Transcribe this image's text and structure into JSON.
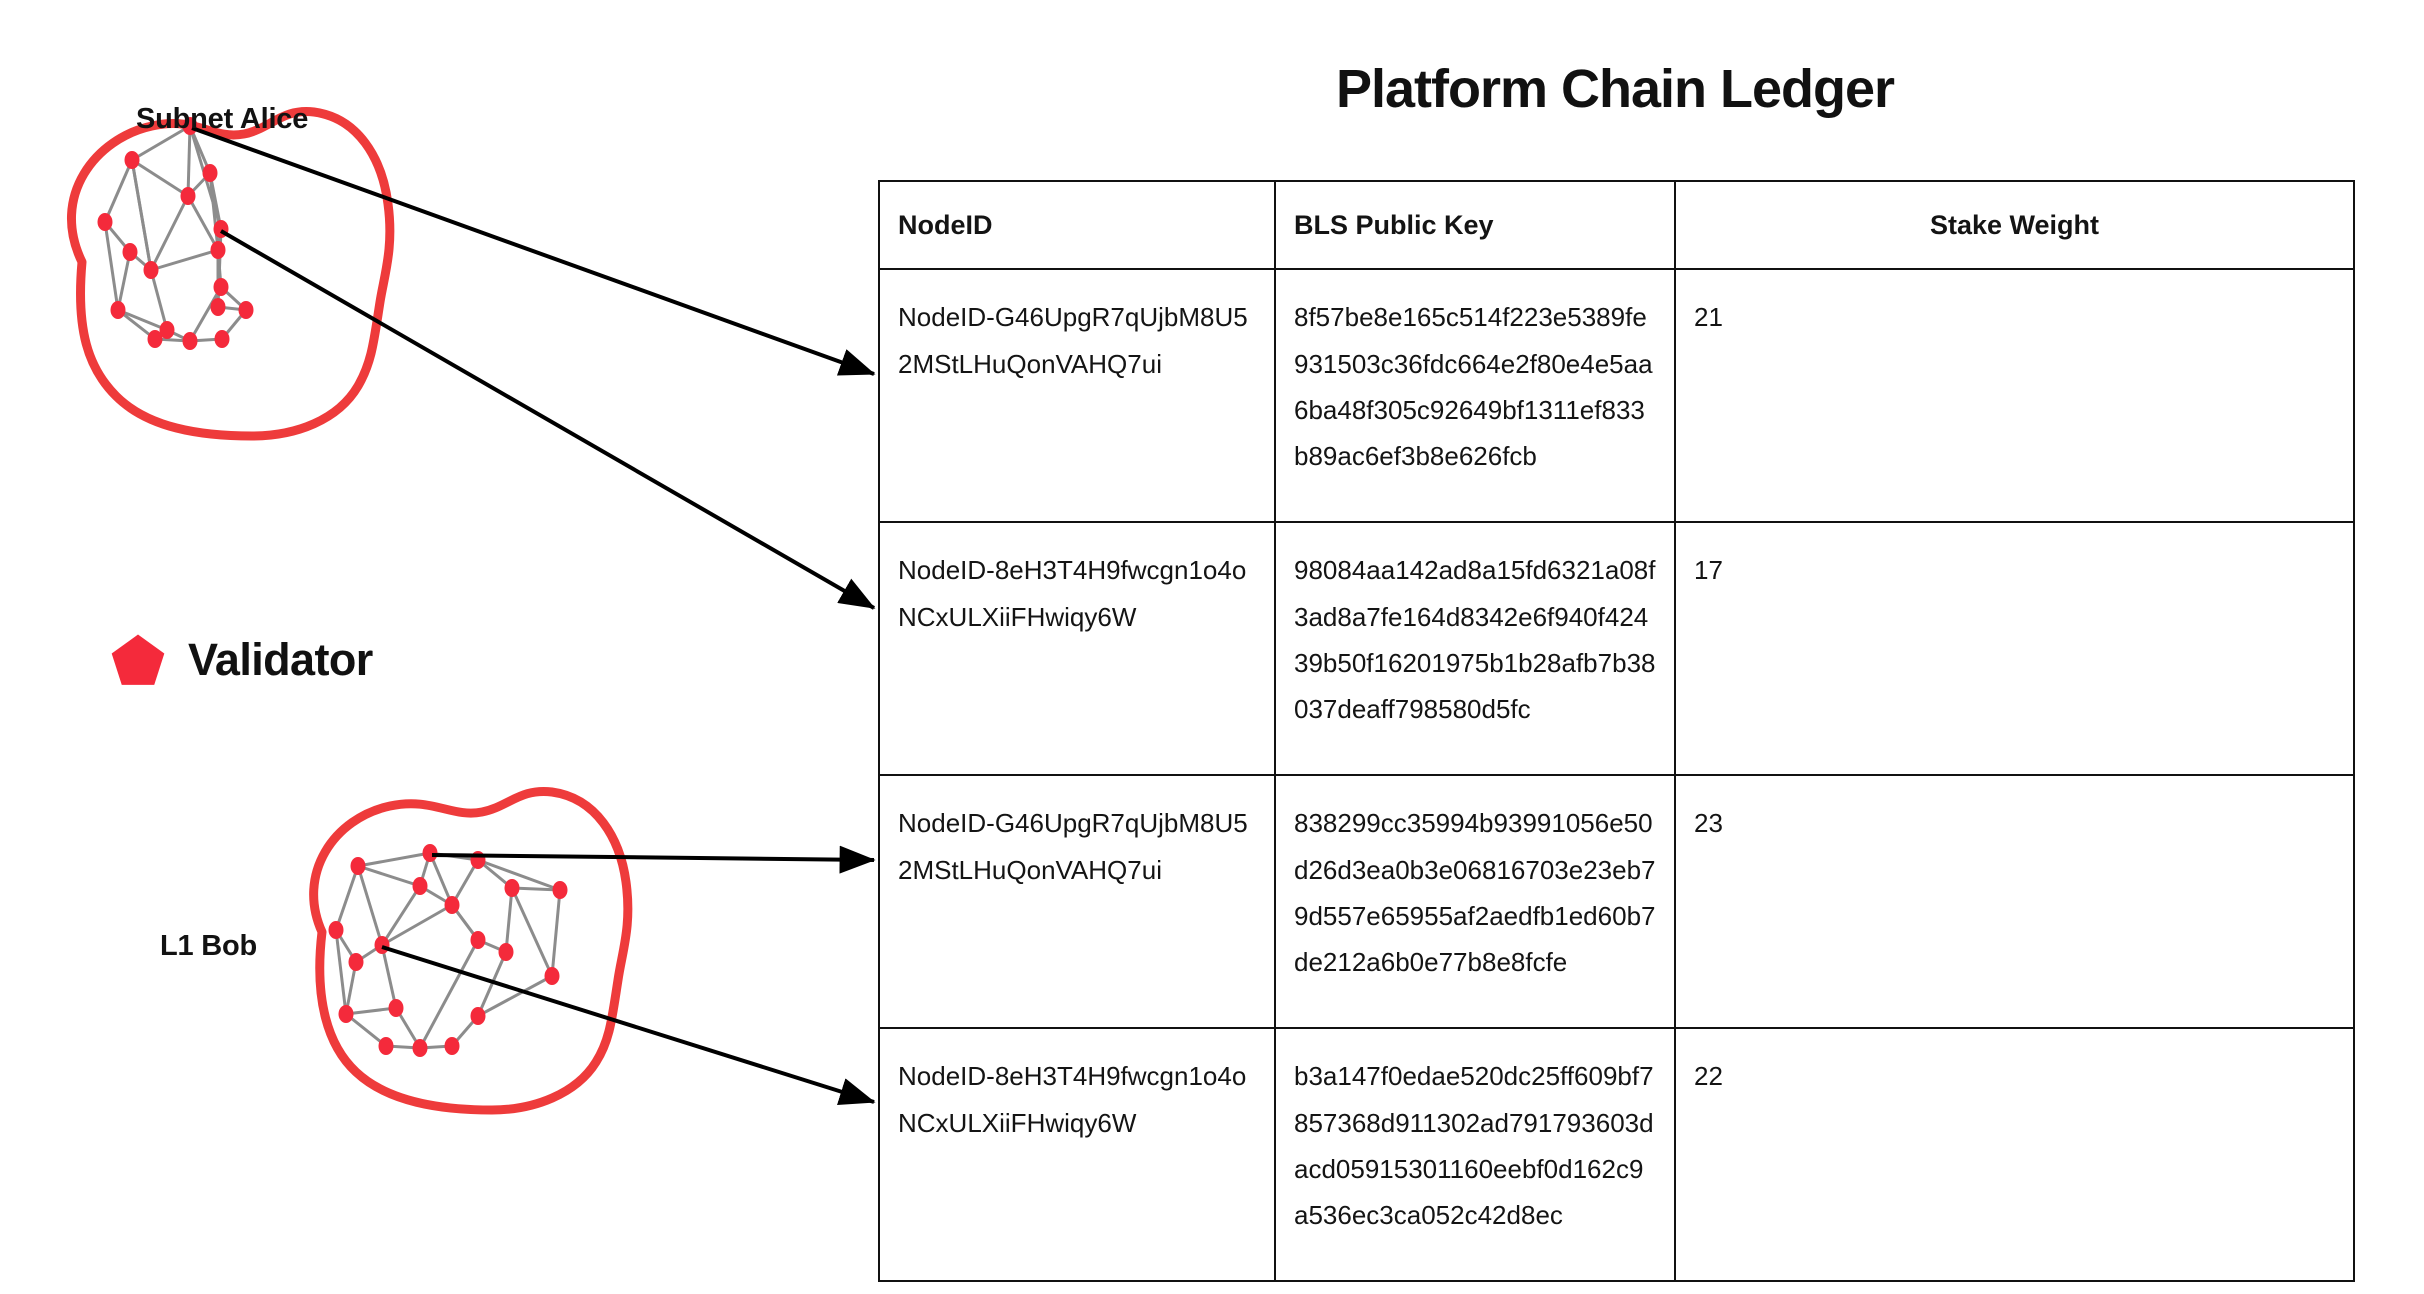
{
  "diagram": {
    "groups": [
      {
        "id": "subnet-alice",
        "label": "Subnet Alice"
      },
      {
        "id": "l1-bob",
        "label": "L1 Bob"
      }
    ],
    "legend": {
      "icon": "pentagon-icon",
      "label": "Validator"
    },
    "colors": {
      "validator_red": "#F42A3B",
      "blob_outline_red": "#EE3B3B",
      "edge_gray": "#8C8C8C",
      "arrow_black": "#000000"
    }
  },
  "ledger": {
    "title": "Platform Chain Ledger",
    "columns": [
      "NodeID",
      "BLS Public Key",
      "Stake Weight"
    ],
    "rows": [
      {
        "node_id": "NodeID-G46UpgR7qUjbM8U52MStLHuQonVAHQ7ui",
        "bls_public_key": "8f57be8e165c514f223e5389fe931503c36fdc664e2f80e4e5aa6ba48f305c92649bf1311ef833b89ac6ef3b8e626fcb",
        "stake_weight": "21"
      },
      {
        "node_id": "NodeID-8eH3T4H9fwcgn1o4oNCxULXiiFHwiqy6W",
        "bls_public_key": "98084aa142ad8a15fd6321a08f3ad8a7fe164d8342e6f940f42439b50f16201975b1b28afb7b38037deaff798580d5fc",
        "stake_weight": "17"
      },
      {
        "node_id": "NodeID-G46UpgR7qUjbM8U52MStLHuQonVAHQ7ui",
        "bls_public_key": "838299cc35994b93991056e50d26d3ea0b3e06816703e23eb79d557e65955af2aedfb1ed60b7de212a6b0e77b8e8fcfe",
        "stake_weight": "23"
      },
      {
        "node_id": "NodeID-8eH3T4H9fwcgn1o4oNCxULXiiFHwiqy6W",
        "bls_public_key": "b3a147f0edae520dc25ff609bf7857368d911302ad791793603dacd05915301160eebf0d162c9a536ec3ca052c42d8ec",
        "stake_weight": "22"
      }
    ]
  }
}
